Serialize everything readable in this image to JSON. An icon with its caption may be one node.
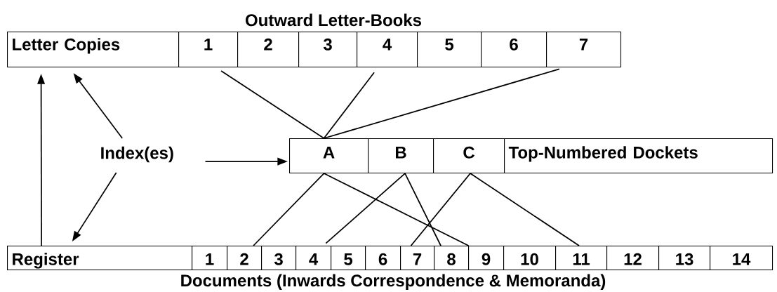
{
  "diagram": {
    "nodes": [
      {
        "text": [
          "Letter Copies"
        ]
      },
      {
        "text": [
          "1"
        ]
      },
      {
        "text": [
          "2"
        ]
      },
      {
        "text": [
          "3"
        ]
      },
      {
        "text": [
          "4"
        ]
      },
      {
        "text": [
          "5"
        ]
      },
      {
        "text": [
          "6"
        ]
      },
      {
        "text": [
          "7"
        ]
      },
      {
        "text": [
          "Index(es)"
        ]
      },
      {
        "text": [
          "A"
        ]
      },
      {
        "text": [
          "B"
        ]
      },
      {
        "text": [
          "C"
        ]
      },
      {
        "text": [
          "Top-Numbered Dockets"
        ]
      },
      {
        "text": [
          "Register"
        ]
      },
      {
        "text": [
          "1"
        ]
      },
      {
        "text": [
          "2"
        ]
      },
      {
        "text": [
          "3"
        ]
      },
      {
        "text": [
          "4"
        ]
      },
      {
        "text": [
          "5"
        ]
      },
      {
        "text": [
          "6"
        ]
      },
      {
        "text": [
          "7"
        ]
      },
      {
        "text": [
          "8"
        ]
      },
      {
        "text": [
          "9"
        ]
      },
      {
        "text": [
          "10"
        ]
      },
      {
        "text": [
          "11"
        ]
      },
      {
        "text": [
          "12"
        ]
      },
      {
        "text": [
          "13"
        ]
      },
      {
        "text": [
          "14"
        ]
      }
    ],
    "edges": [
      {
        "from": 13,
        "to": 0,
        "arrow": "to"
      },
      {
        "from": 8,
        "to": 0,
        "arrow": "to"
      },
      {
        "from": 8,
        "to": 9,
        "arrow": "to"
      },
      {
        "from": 8,
        "to": 13,
        "arrow": "to"
      },
      {
        "from": 1,
        "to": 9,
        "arrow": "none"
      },
      {
        "from": 4,
        "to": 9,
        "arrow": "none"
      },
      {
        "from": 7,
        "to": 9,
        "arrow": "none"
      },
      {
        "from": 9,
        "to": 15,
        "arrow": "none"
      },
      {
        "from": 9,
        "to": 22,
        "arrow": "none"
      },
      {
        "from": 10,
        "to": 17,
        "arrow": "none"
      },
      {
        "from": 10,
        "to": 21,
        "arrow": "none"
      },
      {
        "from": 11,
        "to": 20,
        "arrow": "none"
      },
      {
        "from": 11,
        "to": 24,
        "arrow": "none"
      }
    ],
    "labels": [
      "Outward Letter-Books",
      "Documents (Inwards Correspondence & Memoranda)"
    ]
  }
}
